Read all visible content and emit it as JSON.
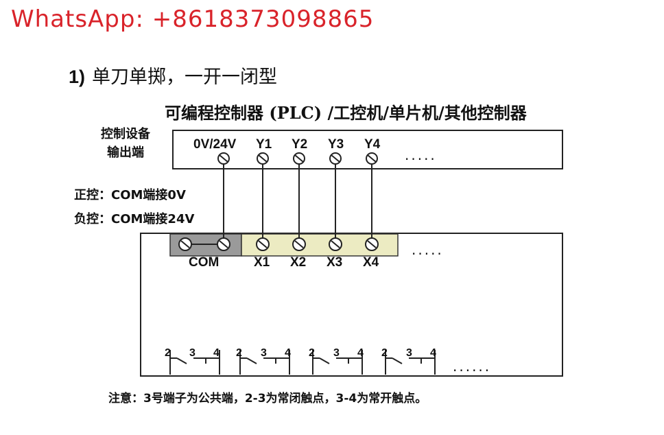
{
  "watermark": {
    "text": "WhatsApp: +8618373098865",
    "color": "#d9232a"
  },
  "heading": {
    "number": "1)",
    "text": "单刀单掷，一开一闭型"
  },
  "diagram": {
    "title": "可编程控制器 (PLC) /工控机/单片机/其他控制器",
    "device_label_line1": "控制设备",
    "device_label_line2": "输出端",
    "control_positive": "正控：COM端接0V",
    "control_negative": "负控：COM端接24V",
    "top_terminals": [
      "0V/24V",
      "Y1",
      "Y2",
      "Y3",
      "Y4"
    ],
    "top_ellipsis": ".....",
    "bottom_terminals": [
      "COM",
      "X1",
      "X2",
      "X3",
      "X4"
    ],
    "bottom_ellipsis": ".....",
    "relay_numbers": [
      "2",
      "3",
      "4"
    ],
    "relay_ellipsis": "......",
    "note": "注意：3号端子为公共端，2-3为常闭触点，3-4为常开触点。",
    "colors": {
      "com_block": "#9a9a9a",
      "input_block": "#ecebc2"
    }
  }
}
